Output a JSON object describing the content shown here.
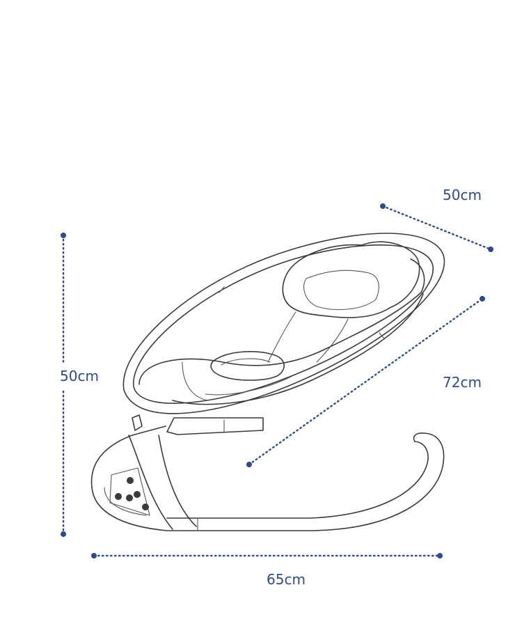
{
  "dimensions": {
    "top_width": "50cm",
    "height": "50cm",
    "length": "72cm",
    "base_width": "65cm"
  },
  "colors": {
    "dimension": "#2d4a8a",
    "outline": "#3a3a3a",
    "background": "#ffffff"
  }
}
